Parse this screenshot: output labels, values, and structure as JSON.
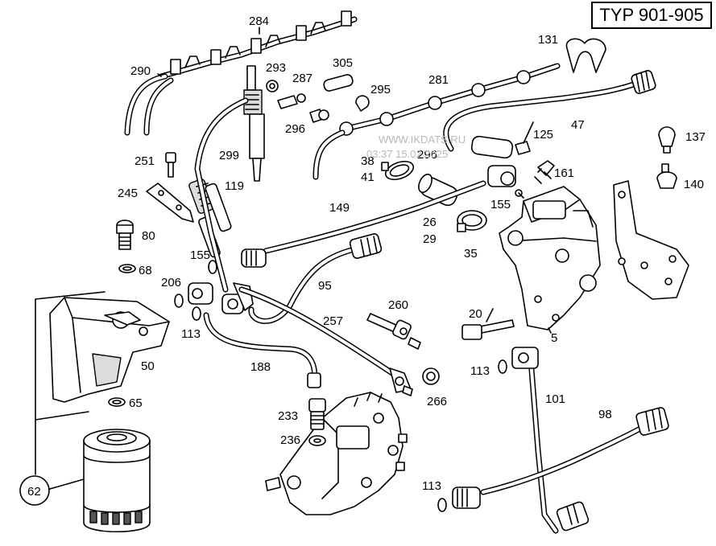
{
  "header": {
    "title": "TYP 901-905"
  },
  "watermark": {
    "line1": "WWW.IKDATS.RU",
    "line2": "03:37 15.02.2025"
  },
  "labels": {
    "p284": "284",
    "p290": "290",
    "p293": "293",
    "p287": "287",
    "p305": "305",
    "p295": "295",
    "p281": "281",
    "p131": "131",
    "p296a": "296",
    "p296b": "296",
    "p299": "299",
    "p38": "38",
    "p41": "41",
    "p125": "125",
    "p47": "47",
    "p137": "137",
    "p140": "140",
    "p161": "161",
    "p251": "251",
    "p245": "245",
    "p119": "119",
    "p149": "149",
    "p26": "26",
    "p29": "29",
    "p155a": "155",
    "p155b": "155",
    "p80": "80",
    "p35": "35",
    "p68": "68",
    "p206": "206",
    "p95": "95",
    "p260": "260",
    "p20": "20",
    "p113a": "113",
    "p113b": "113",
    "p113c": "113",
    "p257": "257",
    "p5": "5",
    "p50": "50",
    "p188": "188",
    "p266": "266",
    "p101": "101",
    "p65": "65",
    "p233": "233",
    "p98": "98",
    "p236": "236",
    "p62": "62"
  }
}
